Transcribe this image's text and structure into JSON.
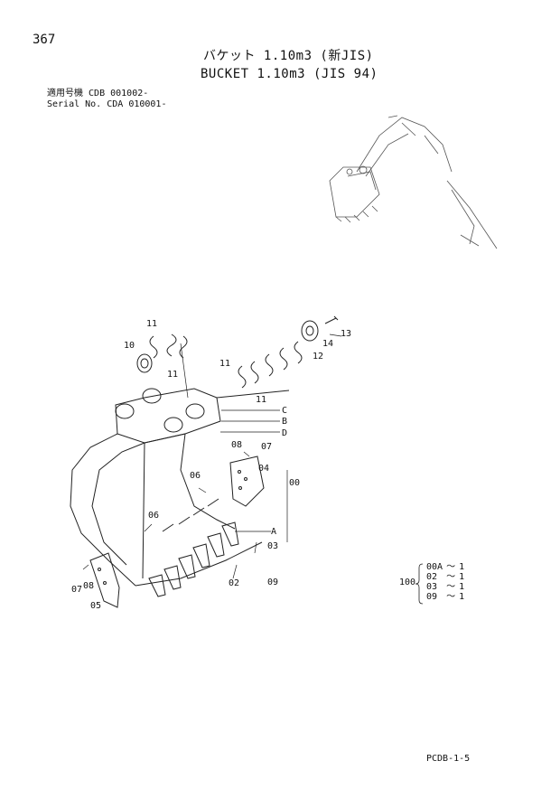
{
  "header": {
    "page_number": "367",
    "title_jp": "バケット 1.10m3 (新JIS)",
    "title_en": "BUCKET 1.10m3 (JIS 94)",
    "serial_line_1_label": "適用号機",
    "serial_line_1_value": "CDB 001002-",
    "serial_line_2_label": "Serial No.",
    "serial_line_2_value": "CDA 010001-"
  },
  "callouts": {
    "p11a": "11",
    "p10": "10",
    "p11b": "11",
    "p11c": "11",
    "p11d": "11",
    "p12": "12",
    "p13": "13",
    "p14": "14",
    "pC": "C",
    "pB": "B",
    "pD": "D",
    "pA": "A",
    "p08a": "08",
    "p07a": "07",
    "p04": "04",
    "p06a": "06",
    "p00": "00",
    "p06b": "06",
    "p03": "03",
    "p02": "02",
    "p09": "09",
    "p07b": "07",
    "p08b": "08",
    "p05": "05"
  },
  "kit_table": {
    "prefix": "100",
    "rows": [
      {
        "part": "00A",
        "sym": "～",
        "qty": "1"
      },
      {
        "part": "02",
        "sym": "～",
        "qty": "1"
      },
      {
        "part": "03",
        "sym": "～",
        "qty": "1"
      },
      {
        "part": "09",
        "sym": "～",
        "qty": "1"
      }
    ]
  },
  "footer": {
    "code": "PCDB-1-5"
  }
}
